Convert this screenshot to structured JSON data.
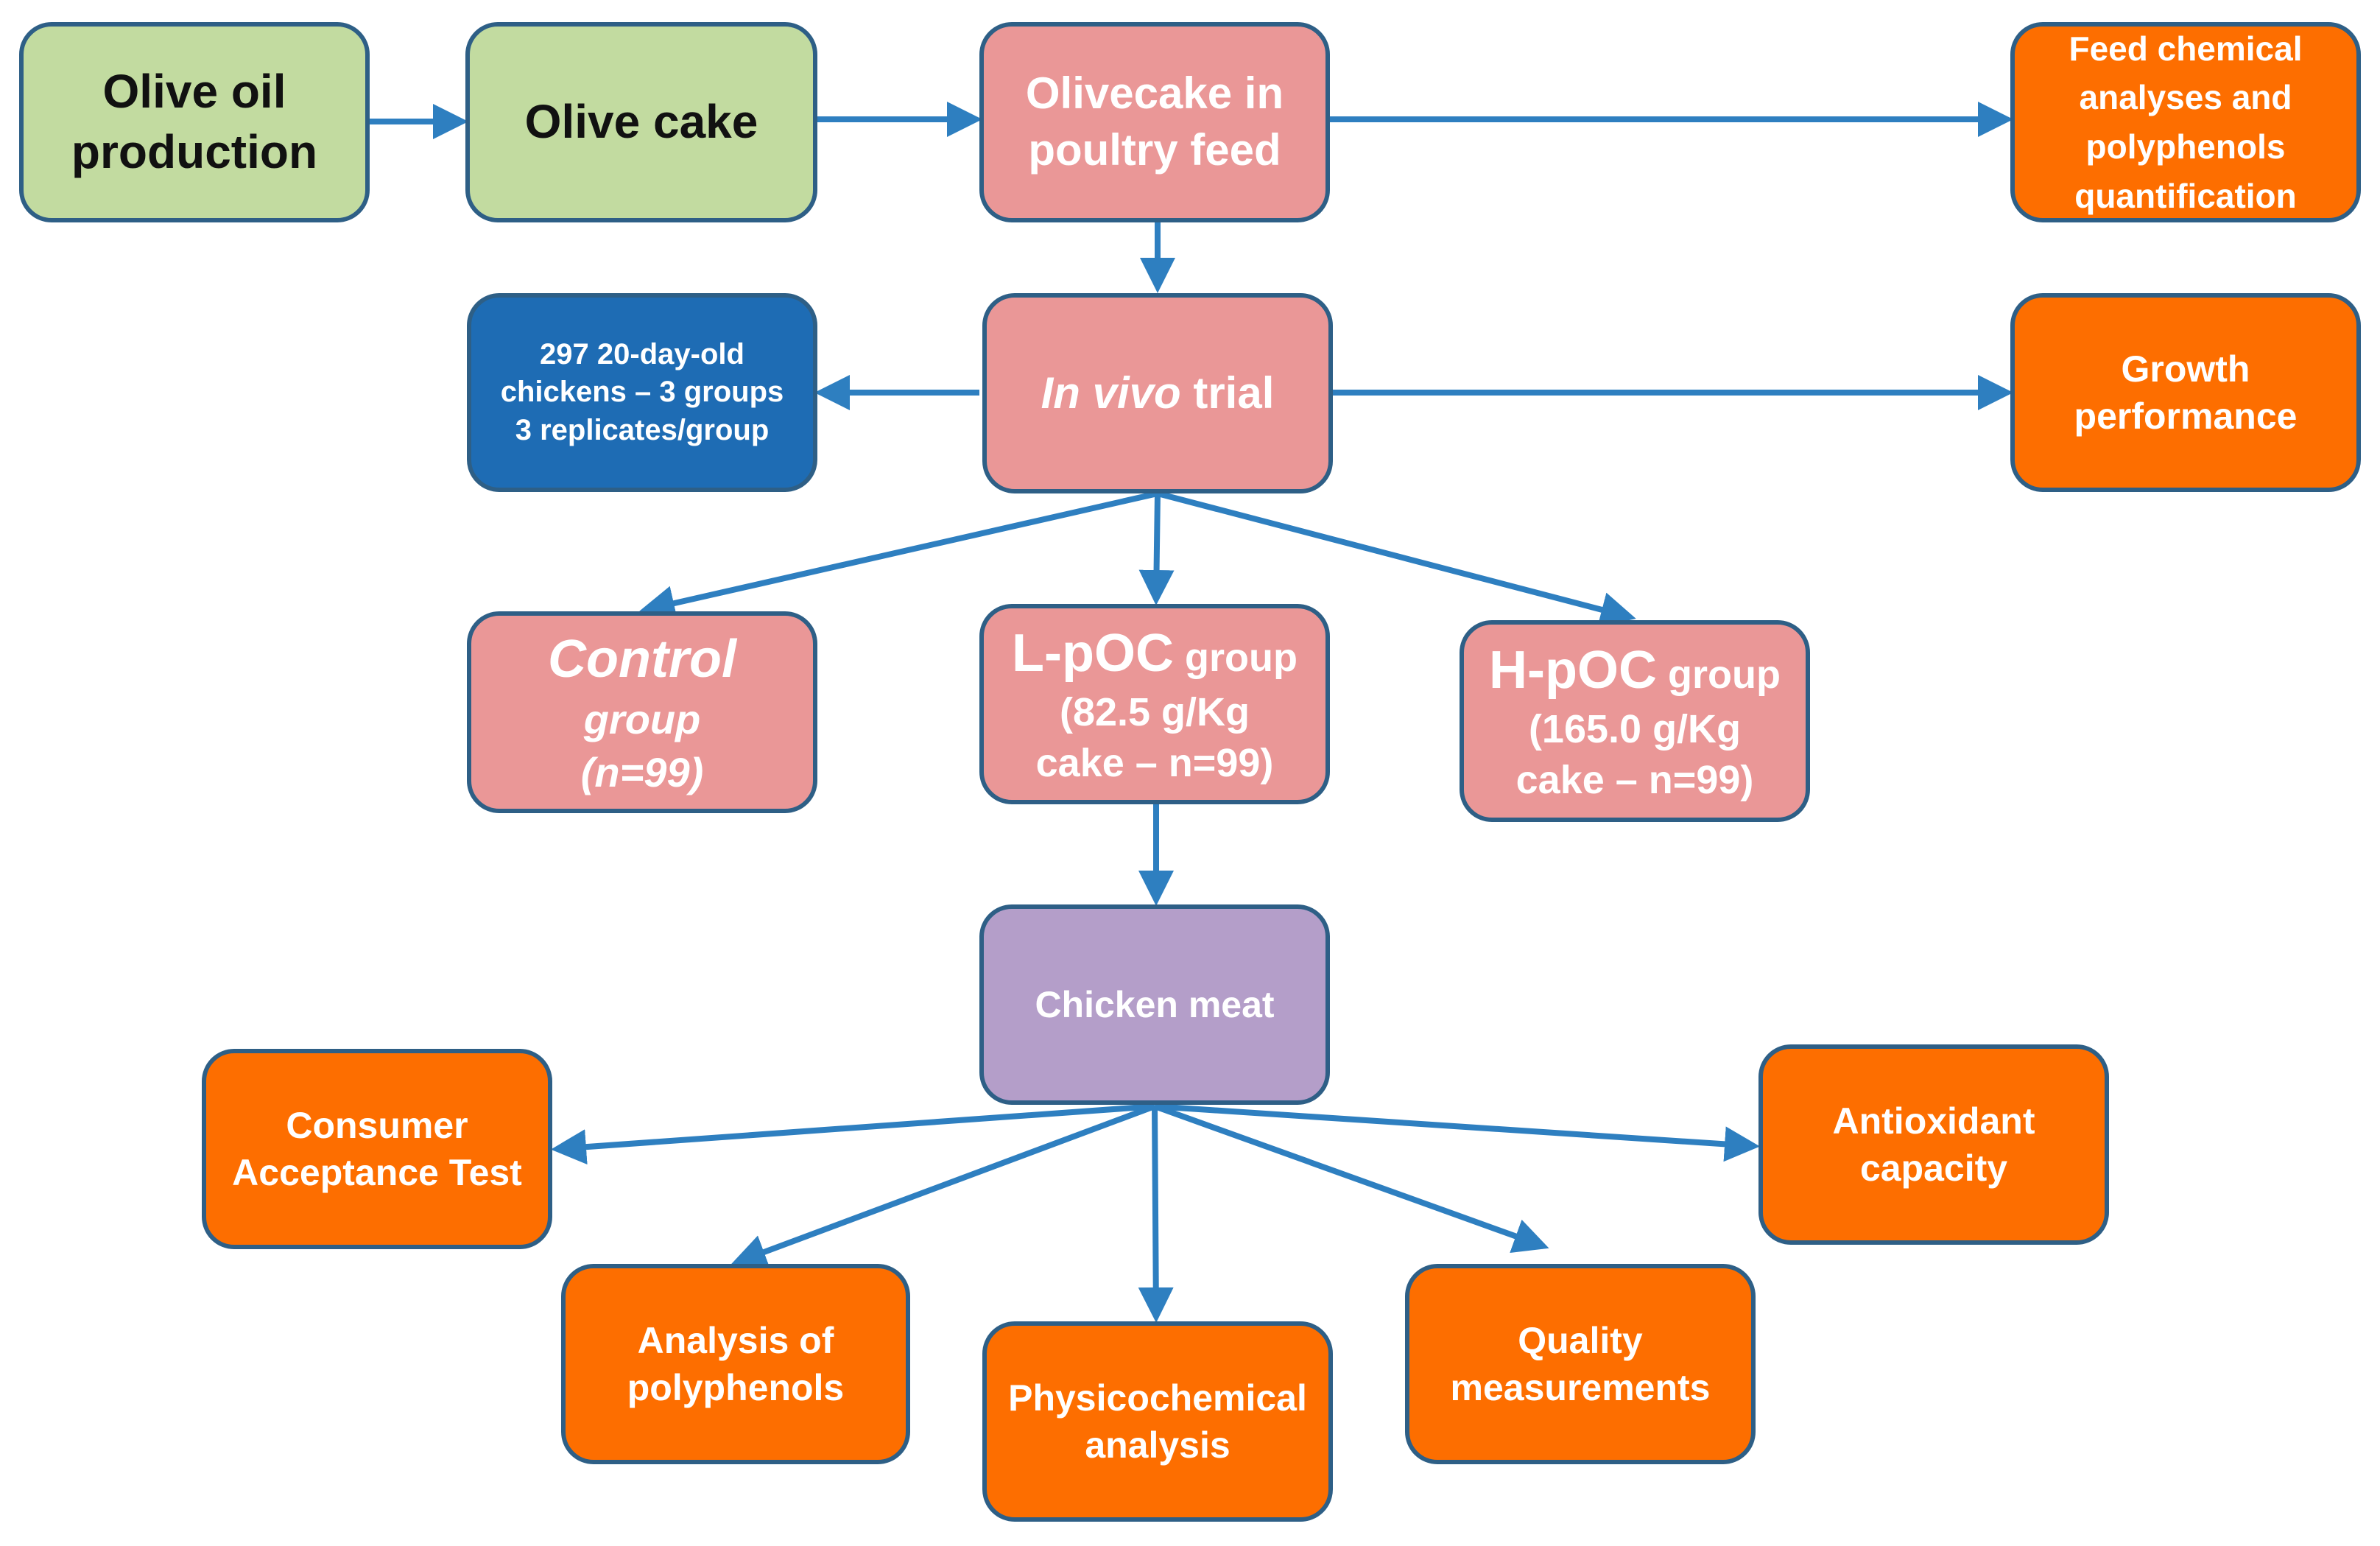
{
  "palette": {
    "arrow": "#2e7fc0",
    "border": "#2e5f86",
    "green": "#c2dba0",
    "pink": "#ea9797",
    "orange": "#fd6e00",
    "blue": "#1e6cb4",
    "purple": "#b49ec9"
  },
  "nodes": {
    "olive_oil": {
      "line1": "Olive oil",
      "line2": "production"
    },
    "olive_cake": {
      "label": "Olive cake"
    },
    "olivecake_feed": {
      "line1": "Olivecake in",
      "line2": "poultry feed"
    },
    "feed_analyses": {
      "line1": "Feed chemical",
      "line2": "analyses and",
      "line3": "polyphenols",
      "line4": "quantification"
    },
    "in_vivo": {
      "italic": "In vivo",
      "rest": "trial"
    },
    "chickens": {
      "line1": "297 20-day-old",
      "line2": "chickens – 3 groups",
      "line3": "3 replicates/group"
    },
    "growth": {
      "line1": "Growth",
      "line2": "performance"
    },
    "control": {
      "line1": "Control",
      "line2": "group",
      "line3": "(n=99)"
    },
    "lpoc": {
      "name": "L-pOC",
      "suffix": "group",
      "line2": "(82.5 g/Kg",
      "line3": "cake – n=99)"
    },
    "hpoc": {
      "name": "H-pOC",
      "suffix": "group",
      "line2": "(165.0 g/Kg",
      "line3": "cake – n=99)"
    },
    "chicken_meat": {
      "label": "Chicken meat"
    },
    "consumer": {
      "line1": "Consumer",
      "line2": "Acceptance Test"
    },
    "antioxidant": {
      "line1": "Antioxidant",
      "line2": "capacity"
    },
    "polyphenols": {
      "line1": "Analysis of",
      "line2": "polyphenols"
    },
    "physico": {
      "line1": "Physicochemical",
      "line2": "analysis"
    },
    "quality": {
      "line1": "Quality",
      "line2": "measurements"
    }
  }
}
